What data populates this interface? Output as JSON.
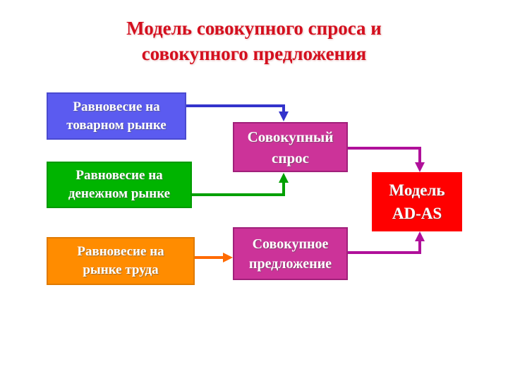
{
  "title": {
    "line1": "Модель совокупного спроса и",
    "line2": "совокупного предложения",
    "color": "#d40f1e"
  },
  "boxes": {
    "goods_market": {
      "line1": "Равновесие на",
      "line2": "товарном рынке",
      "color": "#5b5bf0"
    },
    "money_market": {
      "line1": "Равновесие на",
      "line2": "денежном рынке",
      "color": "#00b400"
    },
    "labor_market": {
      "line1": "Равновесие на",
      "line2": "рынке труда",
      "color": "#ff8c00"
    },
    "aggregate_demand": {
      "line1": "Совокупный",
      "line2": "спрос",
      "color": "#cc3399"
    },
    "aggregate_supply": {
      "line1": "Совокупное",
      "line2": "предложение",
      "color": "#cc3399"
    },
    "ad_as_model": {
      "line1": "Модель",
      "line2": "AD-AS",
      "color": "#ff0000"
    }
  },
  "connectors": [
    {
      "from": "goods_market",
      "to": "aggregate_demand",
      "color": "#3333cc"
    },
    {
      "from": "money_market",
      "to": "aggregate_demand",
      "color": "#00a000"
    },
    {
      "from": "labor_market",
      "to": "aggregate_supply",
      "color": "#ff6a00"
    },
    {
      "from": "aggregate_demand",
      "to": "ad_as_model",
      "color": "#b0109a"
    },
    {
      "from": "aggregate_supply",
      "to": "ad_as_model",
      "color": "#b0109a"
    }
  ]
}
